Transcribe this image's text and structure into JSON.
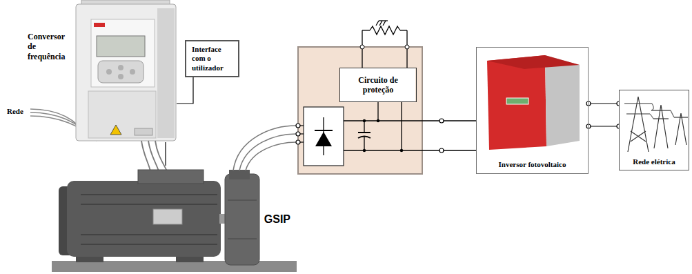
{
  "diagram": {
    "nodes": [
      {
        "text": [
          "Conversor de frequência"
        ]
      },
      {
        "text": [
          "Interface com o utilizador"
        ]
      },
      {
        "text": [
          "GSIP"
        ]
      },
      {
        "text": [
          "Circuito de proteção"
        ]
      },
      {
        "text": [
          "Inversor fotovoltaico"
        ]
      },
      {
        "text": [
          "Rede elétrica"
        ]
      }
    ],
    "edges": [
      {
        "from": 1,
        "to": 0,
        "arrow": "none"
      },
      {
        "from": 0,
        "to": 2,
        "arrow": "none"
      },
      {
        "from": 4,
        "to": 5,
        "arrow": "none"
      }
    ],
    "labels": [
      "Rede"
    ]
  }
}
